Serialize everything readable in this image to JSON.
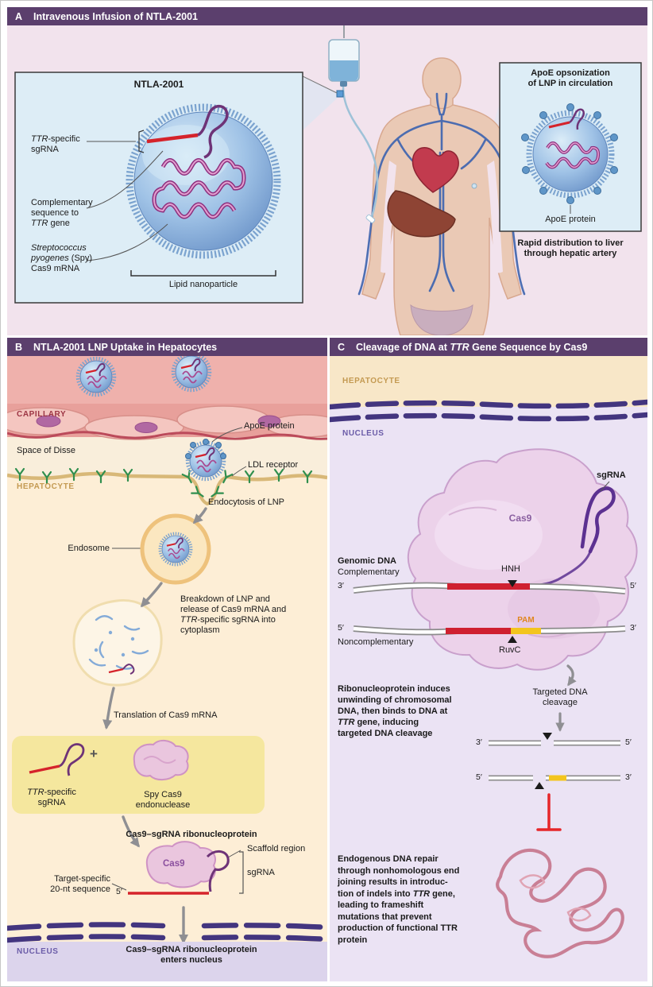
{
  "panelA": {
    "letter": "A",
    "title": "Intravenous Infusion of NTLA-2001",
    "ntlaBox": {
      "title": "NTLA-2001",
      "sgrnaIt": "TTR",
      "sgrnaRest": "-specific",
      "sgrnaL2": "sgRNA",
      "compL1": "Complementary",
      "compL2": "sequence to",
      "compIt": "TTR",
      "compRest": " gene",
      "spyIt1": "Streptococcus",
      "spyIt2": "pyogenes",
      "spyRest2": " (Spy)",
      "spyL3": "Cas9 mRNA",
      "lipid": "Lipid nanoparticle"
    },
    "apoeBox": {
      "titleL1": "ApoE opsonization",
      "titleL2": "of LNP in circulation",
      "protein": "ApoE protein"
    },
    "rapidL1": "Rapid distribution to liver",
    "rapidL2": "through hepatic artery"
  },
  "panelB": {
    "letter": "B",
    "title": "NTLA-2001 LNP Uptake in Hepatocytes",
    "capillary": "CAPILLARY",
    "spaceOfDisse": "Space of Disse",
    "hepatocyte": "HEPATOCYTE",
    "apoeProtein": "ApoE protein",
    "ldlReceptor": "LDL receptor",
    "endocytosis": "Endocytosis of LNP",
    "endosome": "Endosome",
    "breakdown": {
      "l1": "Breakdown of LNP and",
      "l2": "release of Cas9 mRNA and",
      "l3it": "TTR",
      "l3rest": "-specific sgRNA into",
      "l4": "cytoplasm"
    },
    "translation": "Translation of Cas9 mRNA",
    "plus": "+",
    "ttrSgrnaIt": "TTR",
    "ttrSgrnaRest": "-specific",
    "ttrSgrnaL2": "sgRNA",
    "spyCas9L1": "Spy Cas9",
    "spyCas9L2": "endonuclease",
    "rnpTitle": "Cas9–sgRNA ribonucleoprotein",
    "scaffold": "Scaffold region",
    "sgrna": "sgRNA",
    "cas9": "Cas9",
    "targetL1": "Target-specific",
    "targetL2": "20-nt sequence",
    "fivePrime": "5′",
    "nucleus": "NUCLEUS",
    "entersL1": "Cas9–sgRNA ribonucleoprotein",
    "entersL2": "enters nucleus"
  },
  "panelC": {
    "letter": "C",
    "titlePre": "Cleavage of DNA at ",
    "titleIt": "TTR",
    "titlePost": " Gene Sequence by Cas9",
    "hepatocyte": "HEPATOCYTE",
    "nucleus": "NUCLEUS",
    "sgrna": "sgRNA",
    "cas9": "Cas9",
    "genomicDna": "Genomic DNA",
    "complementary": "Complementary",
    "noncomplementary": "Noncomplementary",
    "hnh": "HNH",
    "pam": "PAM",
    "ruvc": "RuvC",
    "threePrime": "3′",
    "fivePrime": "5′",
    "rnpText": {
      "l1": "Ribonucleoprotein induces",
      "l2": "unwinding of chromosomal",
      "l3": "DNA, then binds to DNA at",
      "l4it": "TTR",
      "l4rest": " gene, inducing",
      "l5": "targeted DNA cleavage"
    },
    "cleavageL1": "Targeted DNA",
    "cleavageL2": "cleavage",
    "repair": {
      "l1": "Endogenous DNA repair",
      "l2": "through nonhomologous end",
      "l3": "joining results in introduc-",
      "l4pre": "tion of indels into ",
      "l4it": "TTR",
      "l4post": " gene,",
      "l5": "leading to frameshift",
      "l6": "mutations that prevent",
      "l7": "production of functional TTR",
      "l8": "protein"
    }
  },
  "colors": {
    "headerPurple": "#5b3f6d",
    "panelAPink": "#f2e3ed",
    "insetBlue": "#ddedf6",
    "capillaryRed": "#efb1ac",
    "hepatocyteCream": "#fdeed6",
    "nucleusLavender": "#ebe3f4",
    "sgRnaRed": "#d5232b",
    "pamYellow": "#f3c51e",
    "cas9Pink": "#eac6de",
    "membranePurple": "#43357f",
    "receptorGreen": "#2f8f4e"
  }
}
